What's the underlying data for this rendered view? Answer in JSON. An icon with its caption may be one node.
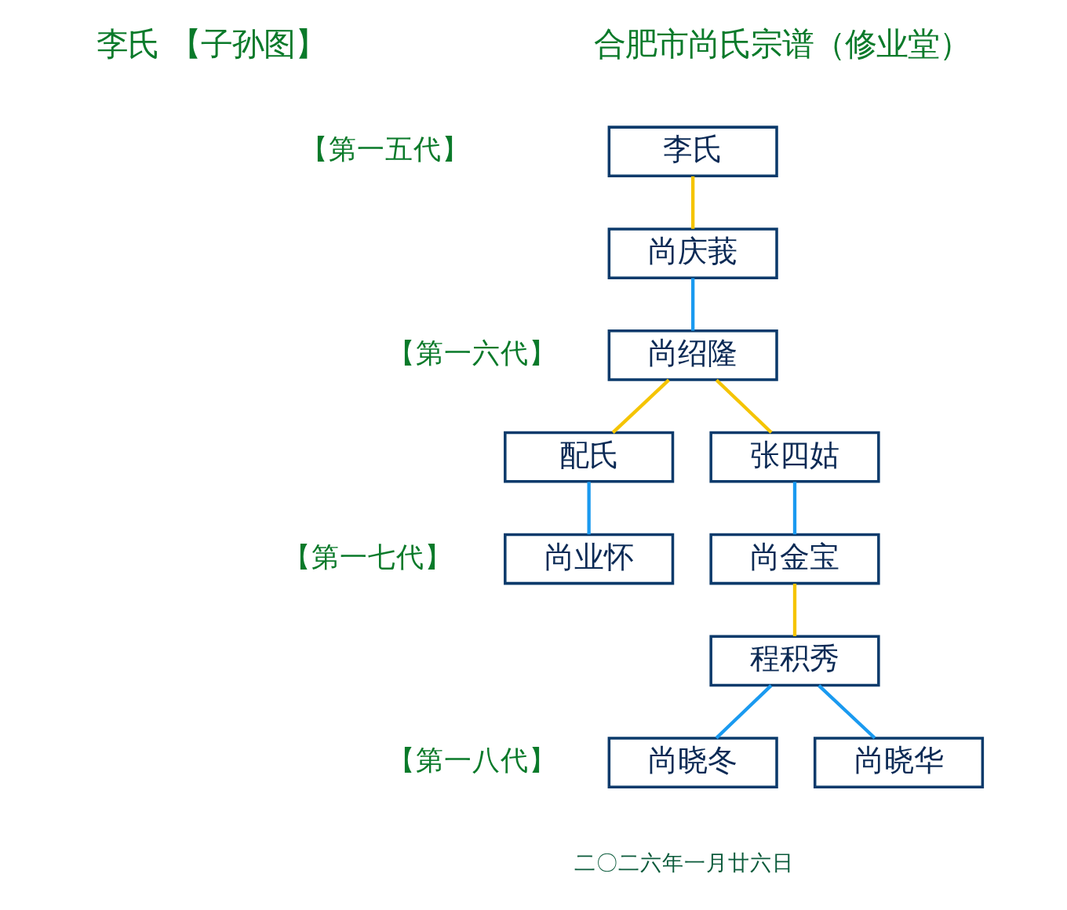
{
  "diagram": {
    "nodes": [
      {
        "text": [
          "李氏"
        ]
      },
      {
        "text": [
          "尚庆莪"
        ]
      },
      {
        "text": [
          "尚绍隆"
        ]
      },
      {
        "text": [
          "配氏"
        ]
      },
      {
        "text": [
          "张四姑"
        ]
      },
      {
        "text": [
          "尚业怀"
        ]
      },
      {
        "text": [
          "尚金宝"
        ]
      },
      {
        "text": [
          "程积秀"
        ]
      },
      {
        "text": [
          "尚晓冬"
        ]
      },
      {
        "text": [
          "尚晓华"
        ]
      }
    ],
    "edges": [
      {
        "from": 0,
        "to": 1,
        "arrow": "none",
        "color": "#f5c400"
      },
      {
        "from": 1,
        "to": 2,
        "arrow": "none"
      },
      {
        "from": 2,
        "to": 3,
        "arrow": "none",
        "color": "#f5c400"
      },
      {
        "from": 2,
        "to": 4,
        "arrow": "none",
        "color": "#f5c400"
      },
      {
        "from": 3,
        "to": 5,
        "arrow": "none"
      },
      {
        "from": 4,
        "to": 6,
        "arrow": "none"
      },
      {
        "from": 6,
        "to": 7,
        "arrow": "none",
        "color": "#f5c400"
      },
      {
        "from": 7,
        "to": 8,
        "arrow": "none"
      },
      {
        "from": 7,
        "to": 9,
        "arrow": "none"
      }
    ],
    "labels": [
      "李氏 【子孙图】",
      "合肥市尚氏宗谱（修业堂）",
      "【第一五代】",
      "【第一六代】",
      "【第一七代】",
      "【第一八代】",
      "二〇二六年一月廿六日"
    ]
  }
}
